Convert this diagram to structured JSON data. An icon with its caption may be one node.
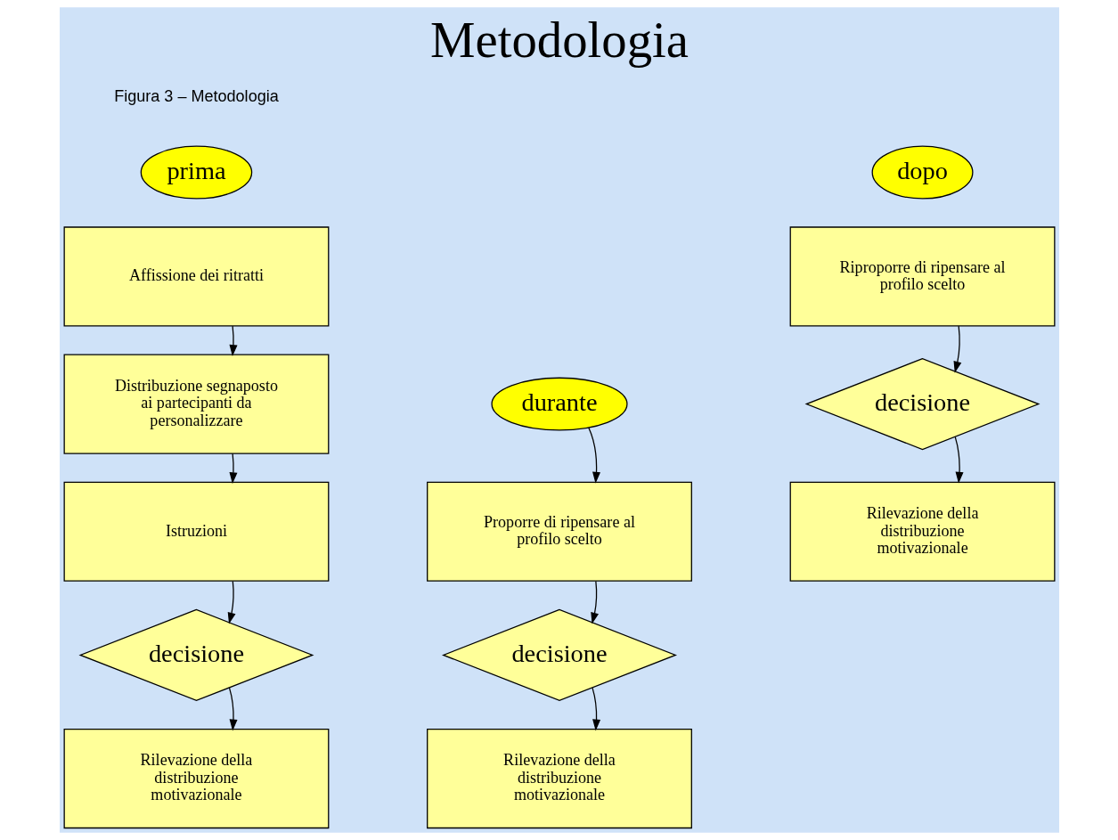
{
  "diagram": {
    "title": "Metodologia",
    "nodes": [
      {
        "text": [
          "prima"
        ]
      },
      {
        "text": [
          "Affissione dei ritratti"
        ]
      },
      {
        "text": [
          "Distribuzione segnaposto ai partecipanti da personalizzare"
        ]
      },
      {
        "text": [
          "Istruzioni"
        ]
      },
      {
        "text": [
          "decisione"
        ]
      },
      {
        "text": [
          "Rilevazione della distribuzione motivazionale"
        ]
      },
      {
        "text": [
          "durante"
        ]
      },
      {
        "text": [
          "Proporre di ripensare al profilo scelto"
        ]
      },
      {
        "text": [
          "decisione"
        ]
      },
      {
        "text": [
          "Rilevazione della distribuzione motivazionale"
        ]
      },
      {
        "text": [
          "dopo"
        ]
      },
      {
        "text": [
          "Riproporre di ripensare al profilo scelto"
        ]
      },
      {
        "text": [
          "decisione"
        ]
      },
      {
        "text": [
          "Rilevazione della distribuzione motivazionale"
        ]
      }
    ],
    "edges": [
      {
        "from": 1,
        "to": 2,
        "arrow": "to"
      },
      {
        "from": 2,
        "to": 3,
        "arrow": "to"
      },
      {
        "from": 3,
        "to": 4,
        "arrow": "to"
      },
      {
        "from": 4,
        "to": 5,
        "arrow": "to"
      },
      {
        "from": 6,
        "to": 7,
        "arrow": "to"
      },
      {
        "from": 7,
        "to": 8,
        "arrow": "to"
      },
      {
        "from": 8,
        "to": 9,
        "arrow": "to"
      },
      {
        "from": 11,
        "to": 12,
        "arrow": "to"
      },
      {
        "from": 12,
        "to": 13,
        "arrow": "to"
      }
    ],
    "labels": [
      "Figura 3 – Metodologia"
    ]
  }
}
